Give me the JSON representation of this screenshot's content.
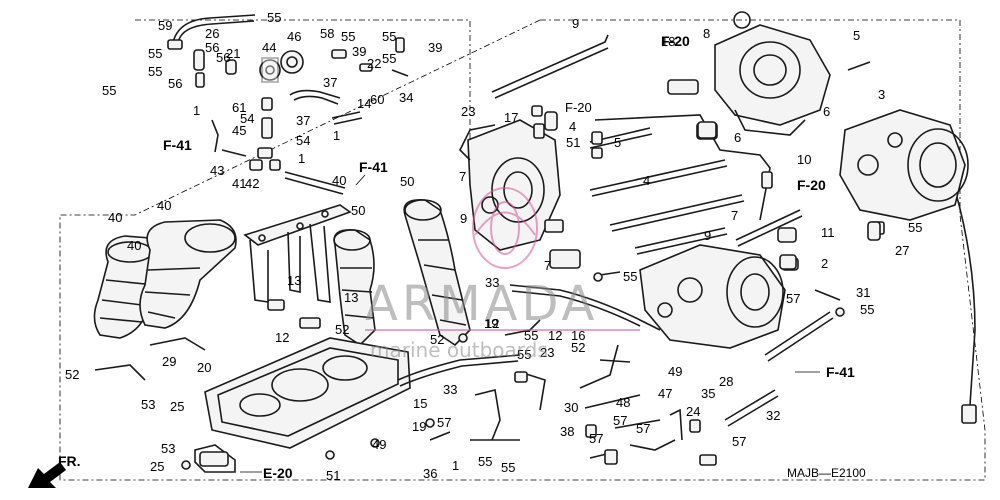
{
  "diagram": {
    "code": "MAJB—E2100",
    "front_label": "FR.",
    "refs": [
      "F-20",
      "F-41",
      "E-20"
    ],
    "watermark": {
      "brand": "ARMADA",
      "tagline": "marine outboards",
      "color": "#d9559a"
    },
    "callouts": [
      "59",
      "55",
      "26",
      "55",
      "56",
      "21",
      "56",
      "44",
      "46",
      "55",
      "58",
      "55",
      "39",
      "22",
      "55",
      "39",
      "55",
      "34",
      "60",
      "56",
      "37",
      "14",
      "55",
      "1",
      "61",
      "54",
      "37",
      "1",
      "45",
      "54",
      "1",
      "41",
      "42",
      "43",
      "40",
      "40",
      "40",
      "40",
      "50",
      "50",
      "13",
      "13",
      "12",
      "52",
      "12",
      "52",
      "52",
      "29",
      "20",
      "53",
      "25",
      "53",
      "25",
      "19",
      "49",
      "15",
      "51",
      "23",
      "7",
      "9",
      "7",
      "9",
      "F-20",
      "4",
      "17",
      "51",
      "18",
      "8",
      "6",
      "5",
      "3",
      "6",
      "5",
      "4",
      "10",
      "7",
      "9",
      "11",
      "2",
      "55",
      "27",
      "55",
      "33",
      "55",
      "55",
      "12",
      "52",
      "16",
      "23",
      "19",
      "49",
      "57",
      "31",
      "55",
      "47",
      "48",
      "33",
      "55",
      "55",
      "36",
      "57",
      "1",
      "28",
      "32",
      "30",
      "38",
      "57",
      "57",
      "57",
      "24",
      "35",
      "57"
    ]
  }
}
